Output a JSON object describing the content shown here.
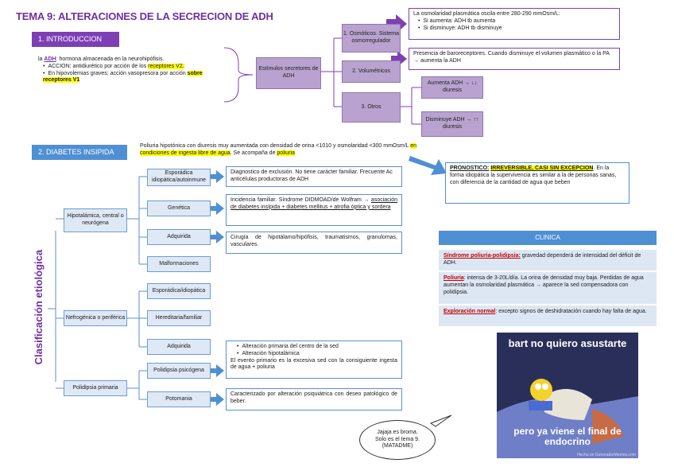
{
  "title": "TEMA 9: ALTERACIONES DE LA SECRECION DE ADH",
  "intro": {
    "heading": "1. INTRODUCCION",
    "line1_pre": "la ",
    "line1_adh": "ADH",
    "line1_post": ": hormona almacenada en la neurohipófisis.",
    "b1_pre": "ACCION: antidiurético por acción de los ",
    "b1_hl": "receptores V2.",
    "b2_pre": "En hipovolemias graves: acción vasopresora por acción ",
    "b2_hl": "sobre receptores V1",
    "estimulos": "Estímulos secretores de ADH",
    "osmo": "1. Osmóticos. Sistema osmorregulador",
    "volu": "2. Volumétricos",
    "otros": "3. Otros",
    "osmo_box_line": "La osmolaridad plasmática oscila entre 280-290 mmOsm/L:",
    "osmo_b1": "Si aumenta: ADH tb aumenta",
    "osmo_b2": "Si disminuye: ADH tb disminuye",
    "volu_box": "Presencia de baroreceptores. Cuando disminuye el volumen plasmático o la PA → aumenta la ADH",
    "aumenta": "Aumenta ADH → ↓↓ diuresis",
    "disminuye": "Disminuye ADH → ↑↑ diuresis"
  },
  "diabetes": {
    "heading": "2. DIABETES INSIPIDA",
    "desc_pre": "Poliuria hipotónica con diuresis muy aumentada con densidad de orina <1010 y osmolaridad <300 mmOsm/L ",
    "desc_hl": "en condiciones de ingesta libre de agua",
    "desc_mid": ". Se acompaña de ",
    "desc_hl2": "poliuria",
    "pronostico_label": "PRONOSTICO:",
    "pronostico_hl": "IRREVERSIBLE, CASI SIN EXCEPCION",
    "pronostico_rest": ". En la forma idiopática la supervivencia es similar a la de personas sanas, con diferencia de la cantidad de agua que beben",
    "clasificacion": "Clasificación etiológica",
    "hipotalamica": "Hipotalámica, central o neurógena",
    "nefrogenica": "Nefrogénica o periférica",
    "polidipsia": "Polidipsia primaria",
    "h_items": [
      "Esporádica idiopática/autoinmune",
      "Genética",
      "Adquirida",
      "Malformaciones"
    ],
    "n_items": [
      "Esporádica/idiopática",
      "Hereditaria/familiar",
      "Adquirida"
    ],
    "p_items": [
      "Polidipsia psicógena",
      "Potomania"
    ],
    "note_esporadica": "Diagnostico de exclusión. No tiene carácter familiar. Frecuente Ac anticélulas productoras de ADH",
    "note_genetica_pre": "Incidencia familiar. Síndrome DIDMOAD/de Wolfram → ",
    "note_genetica_u": "asociación de diabetes insípida + diabetes mellitus + atrofia óptica y sordera",
    "note_adquirida": "Cirugía de hipotálamo/hipófisis, traumatismos, granulomas, vasculares.",
    "note_psico_b1": "Alteración primaria del centro de la sed",
    "note_psico_b2": "Alteración hipotalámica",
    "note_psico_rest": "El evento primario es la excesiva sed con la consiguiente ingesta de agua + poliuria",
    "note_potomania": "Caracterizado por alteración psiquiátrica con deseo patológico de beber."
  },
  "clinica": {
    "heading": "CLINICA",
    "r1_label": "Síndrome poliuria-polidipsia:",
    "r1_text": " gravedad dependerá de intensidad del déficit de ADH.",
    "r2_label": "Poliuria",
    "r2_text": ": intensa de 3-20L/día. La orina de densidad muy baja. Perdidas de agua aumentan la osmolaridad plasmática → aparece la sed compensadora con polidipsia.",
    "r3_label": "Exploración normal",
    "r3_text": ": excepto signos de deshidratación cuando hay falta de agua."
  },
  "meme": {
    "top": "bart no quiero asustarte",
    "bottom": "pero ya viene el final de endocrino",
    "watermark": "Hecho en GeneradorMemes.com"
  },
  "bubble": {
    "l1": "Jajaja es broma.",
    "l2": "Solo es el tema 9.",
    "l3": "(MATADME)"
  }
}
